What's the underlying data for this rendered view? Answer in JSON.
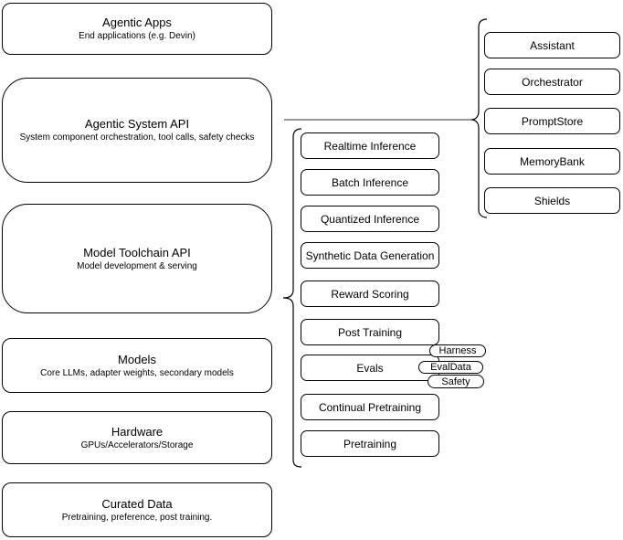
{
  "left_stack": [
    {
      "title": "Agentic Apps",
      "subtitle": "End applications (e.g. Devin)"
    },
    {
      "title": "Agentic System API",
      "subtitle": "System component orchestration, tool calls, safety checks"
    },
    {
      "title": "Model Toolchain API",
      "subtitle": "Model development & serving"
    },
    {
      "title": "Models",
      "subtitle": "Core LLMs, adapter weights, secondary models"
    },
    {
      "title": "Hardware",
      "subtitle": "GPUs/Accelerators/Storage"
    },
    {
      "title": "Curated Data",
      "subtitle": "Pretraining, preference, post training."
    }
  ],
  "toolchain_items": [
    "Realtime Inference",
    "Batch Inference",
    "Quantized Inference",
    "Synthetic Data Generation",
    "Reward Scoring",
    "Post Training",
    "Evals",
    "Continual Pretraining",
    "Pretraining"
  ],
  "evals_tags": [
    "Harness",
    "EvalData",
    "Safety"
  ],
  "system_components": [
    "Assistant",
    "Orchestrator",
    "PromptStore",
    "MemoryBank",
    "Shields"
  ],
  "colors": {
    "stroke": "#000000",
    "background": "#ffffff",
    "connector": "#595959"
  }
}
